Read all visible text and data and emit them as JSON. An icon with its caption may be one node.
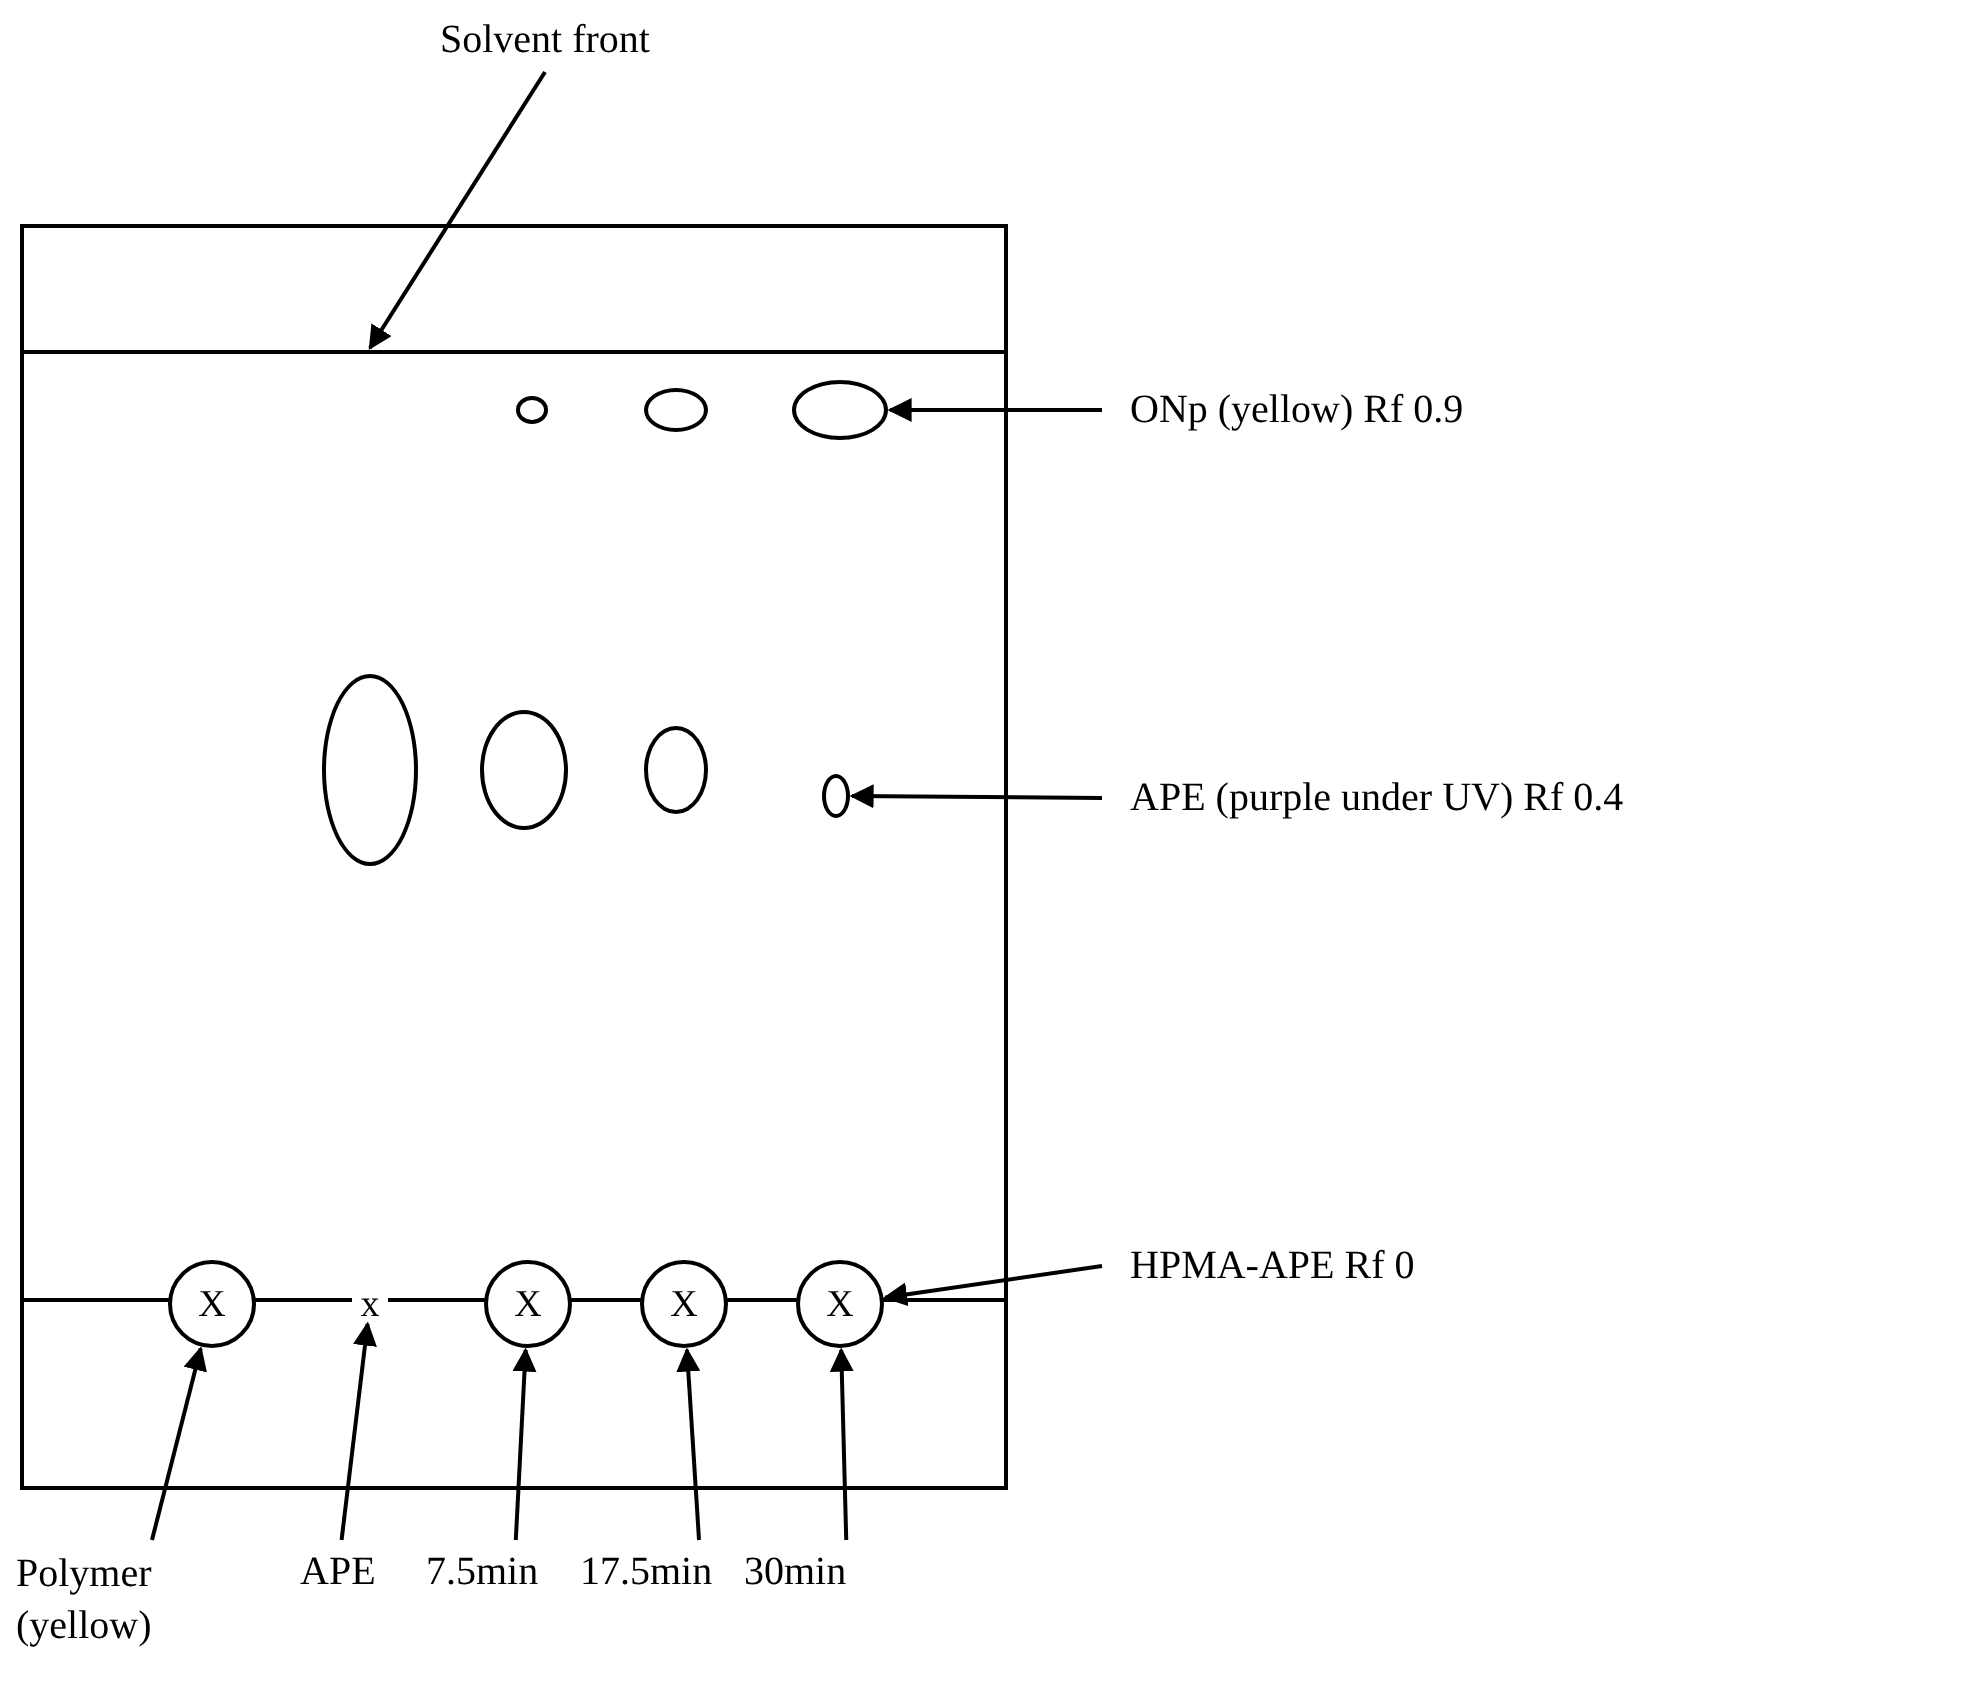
{
  "diagram": {
    "nodes": [
      {
        "text": [
          "Solvent front"
        ]
      },
      {
        "text": [],
        "shape": "box"
      },
      {
        "text": [],
        "shape": "bar",
        "in": 1
      },
      {
        "text": [],
        "shape": "circle",
        "in": 1
      },
      {
        "text": [],
        "shape": "circle",
        "in": 1
      },
      {
        "text": [],
        "shape": "circle",
        "in": 1
      },
      {
        "text": [
          "ONp (yellow) Rf 0.9"
        ]
      },
      {
        "text": [],
        "shape": "circle",
        "in": 1
      },
      {
        "text": [],
        "shape": "circle",
        "in": 1
      },
      {
        "text": [],
        "shape": "circle",
        "in": 1
      },
      {
        "text": [],
        "shape": "circle",
        "in": 1
      },
      {
        "text": [
          "APE (purple under UV) Rf 0.4"
        ]
      },
      {
        "text": [
          "X"
        ],
        "in": 1
      },
      {
        "text": [
          "x"
        ],
        "in": 1
      },
      {
        "text": [
          "X"
        ],
        "in": 1
      },
      {
        "text": [
          "X"
        ],
        "in": 1
      },
      {
        "text": [
          "X"
        ],
        "in": 1
      },
      {
        "text": [
          "HPMA-APE Rf 0"
        ]
      },
      {
        "text": [
          "Polymer (yellow)"
        ]
      },
      {
        "text": [
          "APE"
        ]
      },
      {
        "text": [
          "7.5min"
        ]
      },
      {
        "text": [
          "17.5min"
        ]
      },
      {
        "text": [
          "30min"
        ]
      }
    ],
    "edges": [
      {
        "from": 0,
        "to": 2,
        "arrow": "to"
      },
      {
        "from": 6,
        "to": 5,
        "arrow": "to"
      },
      {
        "from": 11,
        "to": 10,
        "arrow": "to"
      },
      {
        "from": 17,
        "to": 16,
        "arrow": "to"
      },
      {
        "from": 18,
        "to": 12,
        "arrow": "to"
      },
      {
        "from": 19,
        "to": 13,
        "arrow": "to"
      },
      {
        "from": 20,
        "to": 14,
        "arrow": "to"
      },
      {
        "from": 21,
        "to": 15,
        "arrow": "to"
      },
      {
        "from": 22,
        "to": 16,
        "arrow": "to"
      }
    ]
  }
}
